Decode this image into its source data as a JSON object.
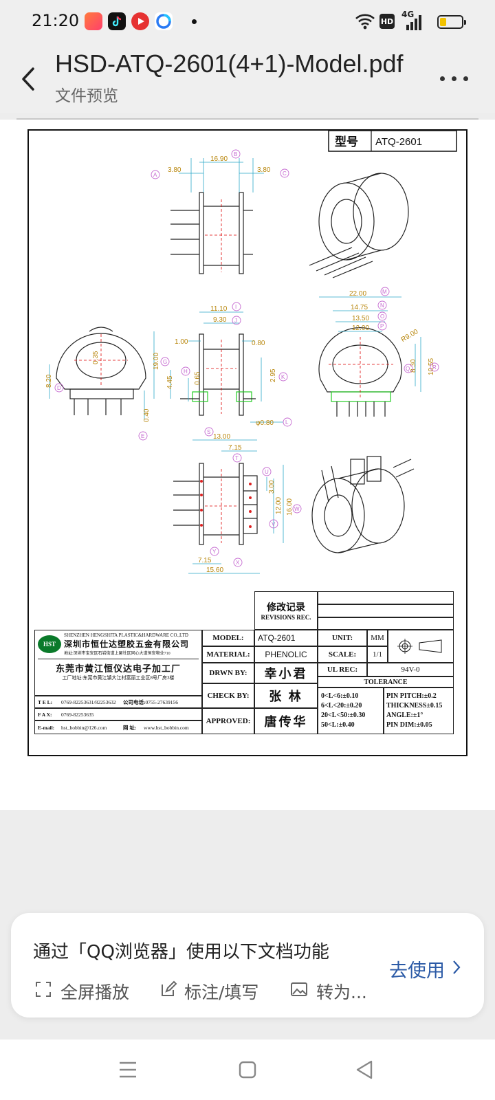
{
  "status_bar": {
    "time": "21:20",
    "apps": [
      "kuaishou-icon",
      "tiktok-icon",
      "music-player-icon",
      "browser-icon"
    ],
    "hd_badge": "HD",
    "network": "4G",
    "battery_level_pct": 20
  },
  "header": {
    "title": "HSD-ATQ-2601(4+1)-Model.pdf",
    "subtitle": "文件预览"
  },
  "drawing": {
    "model_tag": "型号",
    "model_tag_value": "ATQ-2601",
    "dims": {
      "A": "3.80",
      "B": "16.90",
      "C": "3.80",
      "D": "8.20",
      "E": "0.40",
      "F": "19.00",
      "G": "4.45",
      "H": "0.65",
      "I": "11.10",
      "J": "9.30",
      "K": "2.95",
      "L": "φ0.80",
      "M": "22.00",
      "N": "14.75",
      "O": "13.50",
      "P": "12.00",
      "Q": "8.30",
      "R": "10.55",
      "S": "13.00",
      "T": "7.15",
      "U": "3.00",
      "V": "12.00",
      "W": "16.00",
      "X": "15.60",
      "Y": "7.15"
    },
    "extra_dims": {
      "d100": "1.00",
      "d080": "0.80",
      "d035": "0.35",
      "r900": "R9.00"
    }
  },
  "title_block": {
    "revisions_cn": "修改记录",
    "revisions_en": "REVISIONS REC.",
    "company_en": "SHENZHEN HENGSHITA PLASTIC&HARDWARE CO.,LTD",
    "company_cn": "深圳市恒仕达塑胶五金有限公司",
    "company_addr": "地址:深圳市宝安区石岩街道上屋社区同心大道恒安物业710",
    "factory_cn": "东莞市黄江恒仪达电子加工厂",
    "factory_addr": "工厂地址:东莞市黄江镇大江村富丽工业区8号厂房3楼",
    "logo": "HST",
    "tel_label": "T E L:",
    "tel_value": "0769-82253631/82253632",
    "company_tel_label": "公司电话:",
    "company_tel_value": "0755-27639156",
    "fax_label": "F A X:",
    "fax_value": "0769-82253635",
    "email_label": "E-mail:",
    "email_value": "hst_bobbin@126.com",
    "web_label": "网 址:",
    "web_value": "www.hst_bobbin.com",
    "model_label": "MODEL:",
    "model_value": "ATQ-2601",
    "material_label": "MATERIAL:",
    "material_value": "PHENOLIC",
    "drawn_label": "DRWN BY:",
    "drawn_value": "幸小君",
    "check_label": "CHECK BY:",
    "check_value": "张 林",
    "approved_label": "APPROVED:",
    "approved_value": "唐传华",
    "unit_label": "UNIT:",
    "unit_value": "MM",
    "scale_label": "SCALE:",
    "scale_value": "1/1",
    "ul_label": "UL REC:",
    "ul_value": "94V-0",
    "tolerance_label": "TOLERANCE",
    "tol1": "0<L<6:±0.10",
    "tol2": "6<L<20:±0.20",
    "tol3": "20<L<50:±0.30",
    "tol4": "50<L:±0.40",
    "pin_pitch": "PIN PITCH:±0.2",
    "thickness": "THICKNESS±0.15",
    "angle": "ANGLE:±1°",
    "pin_dim": "PIN DIM:±0.05"
  },
  "popup": {
    "message": "通过「QQ浏览器」使用以下文档功能",
    "features": [
      "全屏播放",
      "标注/填写",
      "转为..."
    ],
    "action": "去使用"
  }
}
